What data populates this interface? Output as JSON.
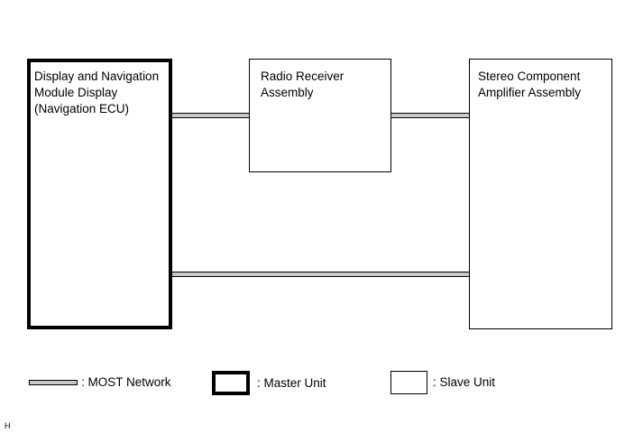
{
  "nodes": {
    "navigation_ecu": "Display and Navigation\nModule Display\n(Navigation ECU)",
    "radio_receiver": "Radio Receiver\nAssembly",
    "stereo_amplifier": "Stereo Component\nAmplifier Assembly"
  },
  "legend": {
    "most_network": ": MOST Network",
    "master_unit": ": Master Unit",
    "slave_unit": ": Slave Unit"
  },
  "corner_code": "H",
  "colors": {
    "network_line": "#c8c8c8",
    "border": "#000000"
  }
}
